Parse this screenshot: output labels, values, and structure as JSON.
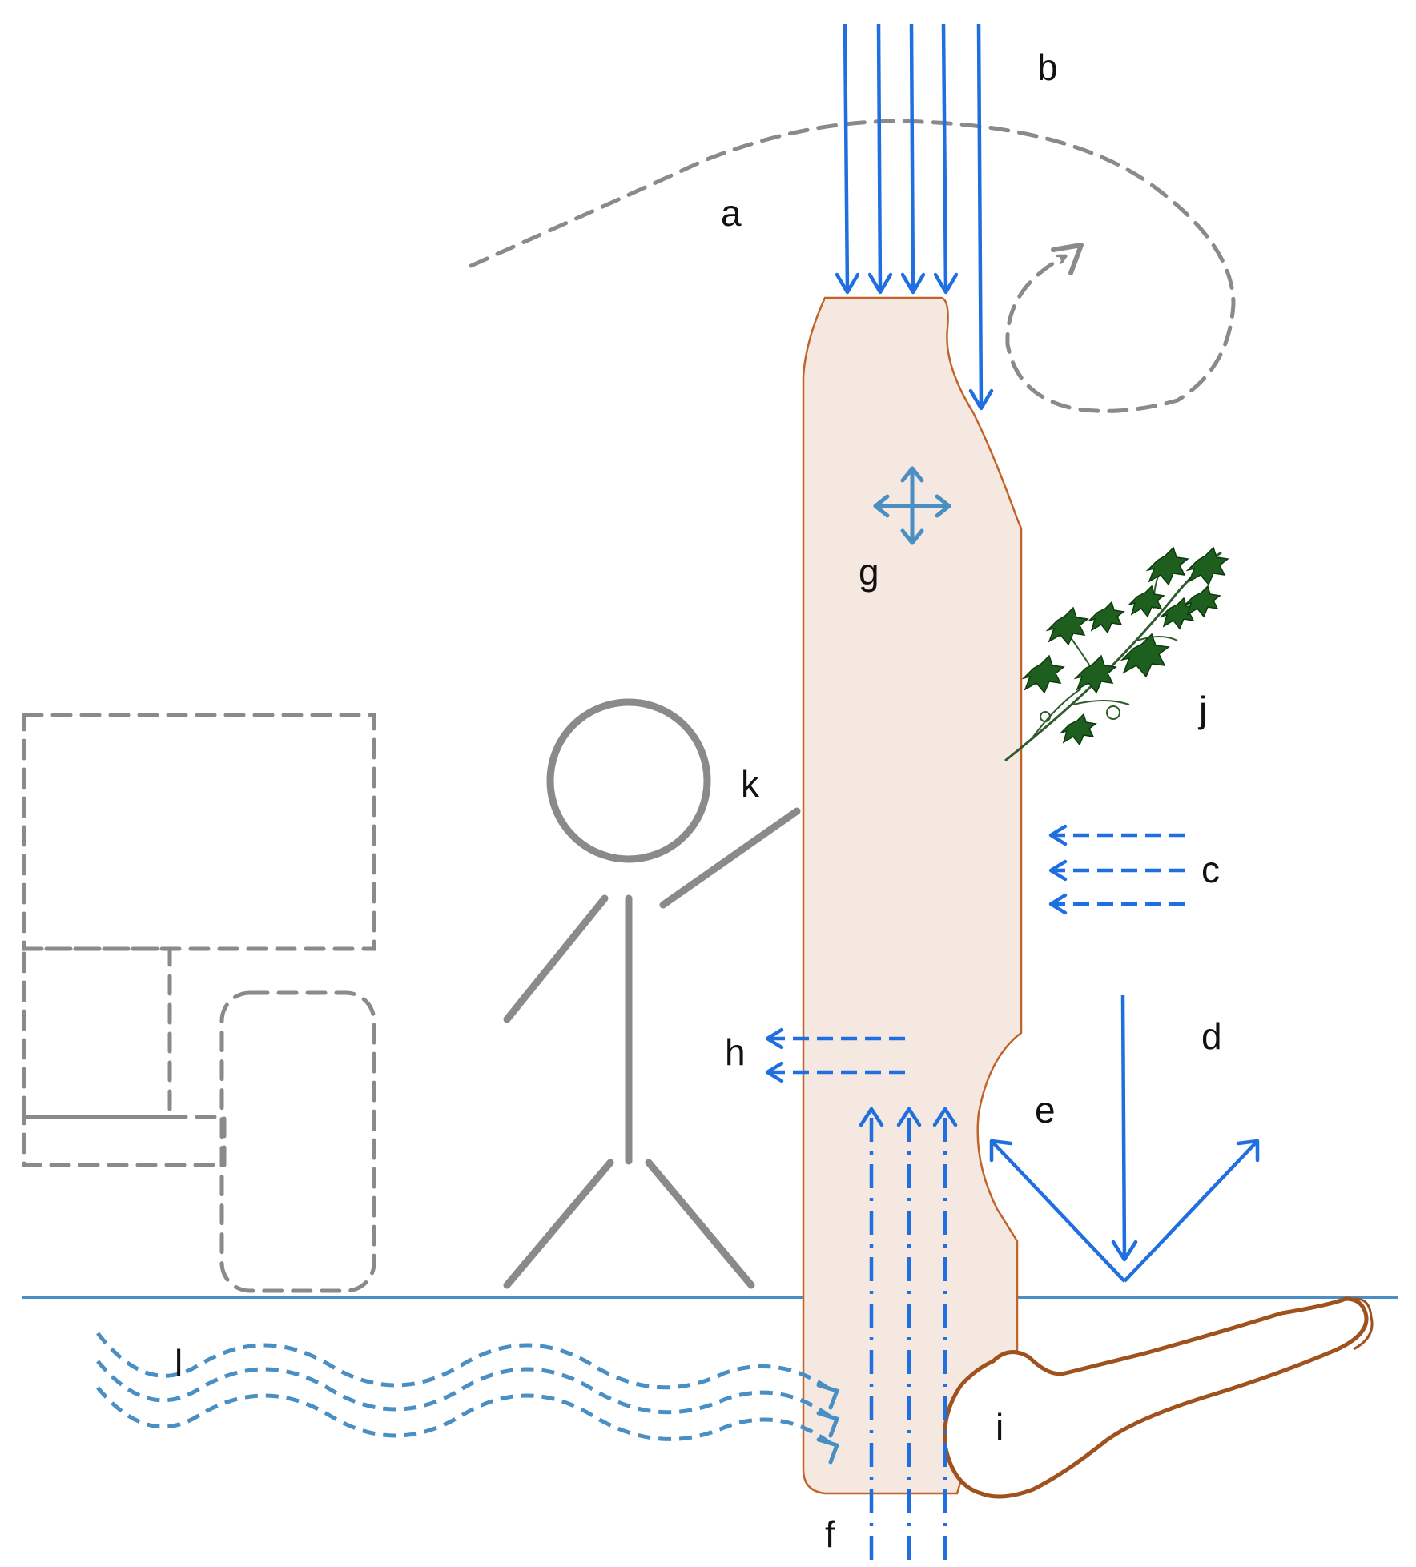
{
  "labels": {
    "a": "a",
    "b": "b",
    "c": "c",
    "d": "d",
    "e": "e",
    "f": "f",
    "g": "g",
    "h": "h",
    "i": "i",
    "j": "j",
    "k": "k",
    "l": "l"
  },
  "colors": {
    "wall_fill": "#f5e8e0",
    "wall_stroke": "#c0642a",
    "arrow_blue": "#1f6fe0",
    "wave_blue": "#4a8fc4",
    "gray": "#8a8a8a",
    "ground_line": "#4a8fc4",
    "root_brown": "#a0521e",
    "leaf_green": "#1e5e1e"
  },
  "icons": [
    "move-arrows-icon",
    "ivy-plant-icon",
    "stick-figure-icon",
    "wind-swirl-icon"
  ]
}
